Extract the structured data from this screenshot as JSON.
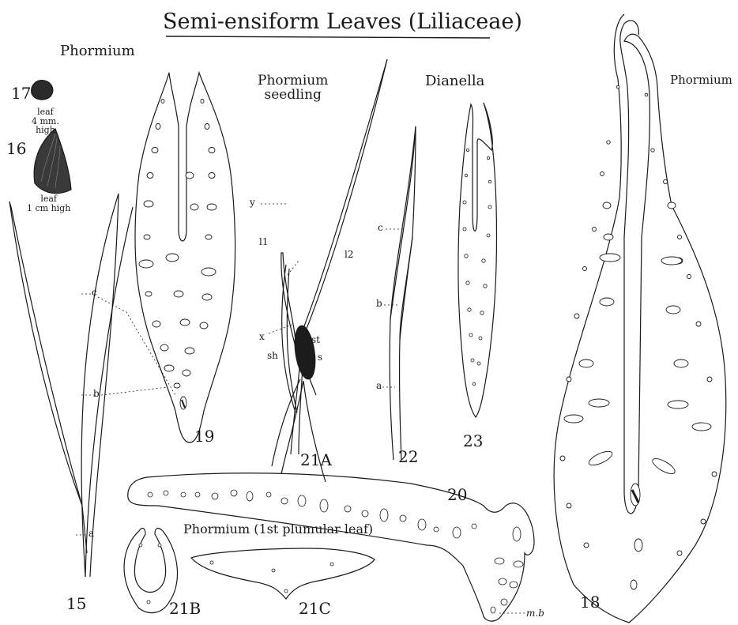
{
  "title": "Semi-ensiform Leaves (Liliaceae)",
  "labels": {
    "phormium_left": "Phormium",
    "phormium_seedling": "Phormium\nseedling",
    "dianella": "Dianella",
    "phormium_right": "Phormium",
    "phormium_plumular": "Phormium (1st plumular leaf)",
    "leaf_4mm": "leaf\n4 mm.\nhigh",
    "leaf_1cm": "leaf\n1 cm high",
    "l1": "l1",
    "l2": "l2",
    "x": "x",
    "y": "y",
    "sh": "sh",
    "st": "st",
    "s": "s",
    "a15": "a",
    "b15": "b",
    "c15": "c",
    "a22": "a",
    "b22": "b",
    "c22": "c",
    "mb": "m.b"
  },
  "figures": {
    "f15": "15",
    "f16": "16",
    "f17": "17",
    "f18": "18",
    "f19": "19",
    "f20": "20",
    "f21a": "21A",
    "f21b": "21B",
    "f21c": "21C",
    "f22": "22",
    "f23": "23"
  },
  "colors": {
    "ink": "#1a1a1a",
    "paper": "#ffffff"
  }
}
